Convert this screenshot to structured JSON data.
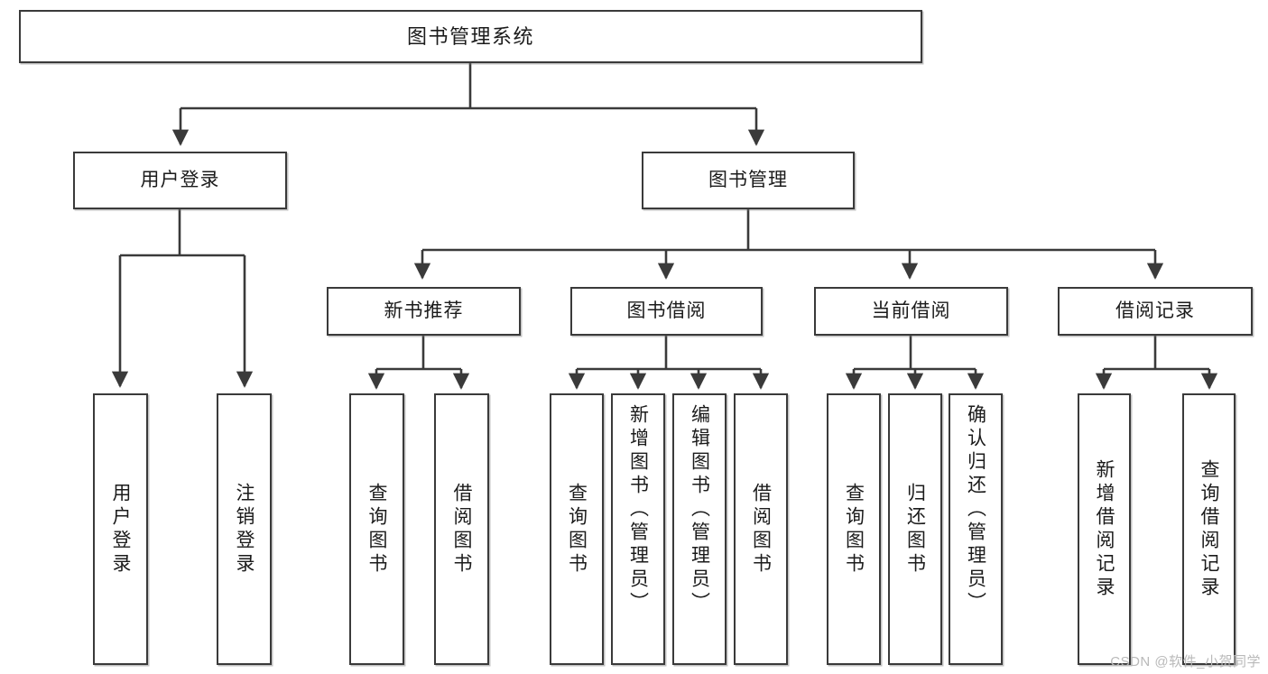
{
  "diagram": {
    "title": "图书管理系统",
    "type": "tree-hierarchy-chart",
    "root": {
      "id": "root",
      "label": "图书管理系统"
    },
    "level1": [
      {
        "id": "user-login",
        "label": "用户登录"
      },
      {
        "id": "book-manage",
        "label": "图书管理"
      }
    ],
    "level2": [
      {
        "id": "new-book-recommend",
        "label": "新书推荐",
        "parent": "book-manage"
      },
      {
        "id": "book-borrow",
        "label": "图书借阅",
        "parent": "book-manage"
      },
      {
        "id": "current-borrow",
        "label": "当前借阅",
        "parent": "book-manage"
      },
      {
        "id": "borrow-record",
        "label": "借阅记录",
        "parent": "book-manage"
      }
    ],
    "leaves": [
      {
        "id": "leaf-user-login",
        "label": "用户登录",
        "parent": "user-login"
      },
      {
        "id": "leaf-logout-login",
        "label": "注销登录",
        "parent": "user-login"
      },
      {
        "id": "leaf-query-book-1",
        "label": "查询图书",
        "parent": "new-book-recommend"
      },
      {
        "id": "leaf-borrow-book-1",
        "label": "借阅图书",
        "parent": "new-book-recommend"
      },
      {
        "id": "leaf-query-book-2",
        "label": "查询图书",
        "parent": "book-borrow"
      },
      {
        "id": "leaf-add-book",
        "label": "新增图书（管理员）",
        "parent": "book-borrow"
      },
      {
        "id": "leaf-edit-book",
        "label": "编辑图书（管理员）",
        "parent": "book-borrow"
      },
      {
        "id": "leaf-borrow-book-2",
        "label": "借阅图书",
        "parent": "book-borrow"
      },
      {
        "id": "leaf-query-book-3",
        "label": "查询图书",
        "parent": "current-borrow"
      },
      {
        "id": "leaf-return-book",
        "label": "归还图书",
        "parent": "current-borrow"
      },
      {
        "id": "leaf-confirm-return",
        "label": "确认归还（管理员）",
        "parent": "current-borrow"
      },
      {
        "id": "leaf-add-record",
        "label": "新增借阅记录",
        "parent": "borrow-record"
      },
      {
        "id": "leaf-query-record",
        "label": "查询借阅记录",
        "parent": "borrow-record"
      }
    ],
    "watermark": "CSDN @软件_小贺同学",
    "colors": {
      "stroke": "#3a3a3a",
      "fill": "#ffffff",
      "text": "#1b1b1b",
      "watermark": "#b9b9b9"
    }
  }
}
